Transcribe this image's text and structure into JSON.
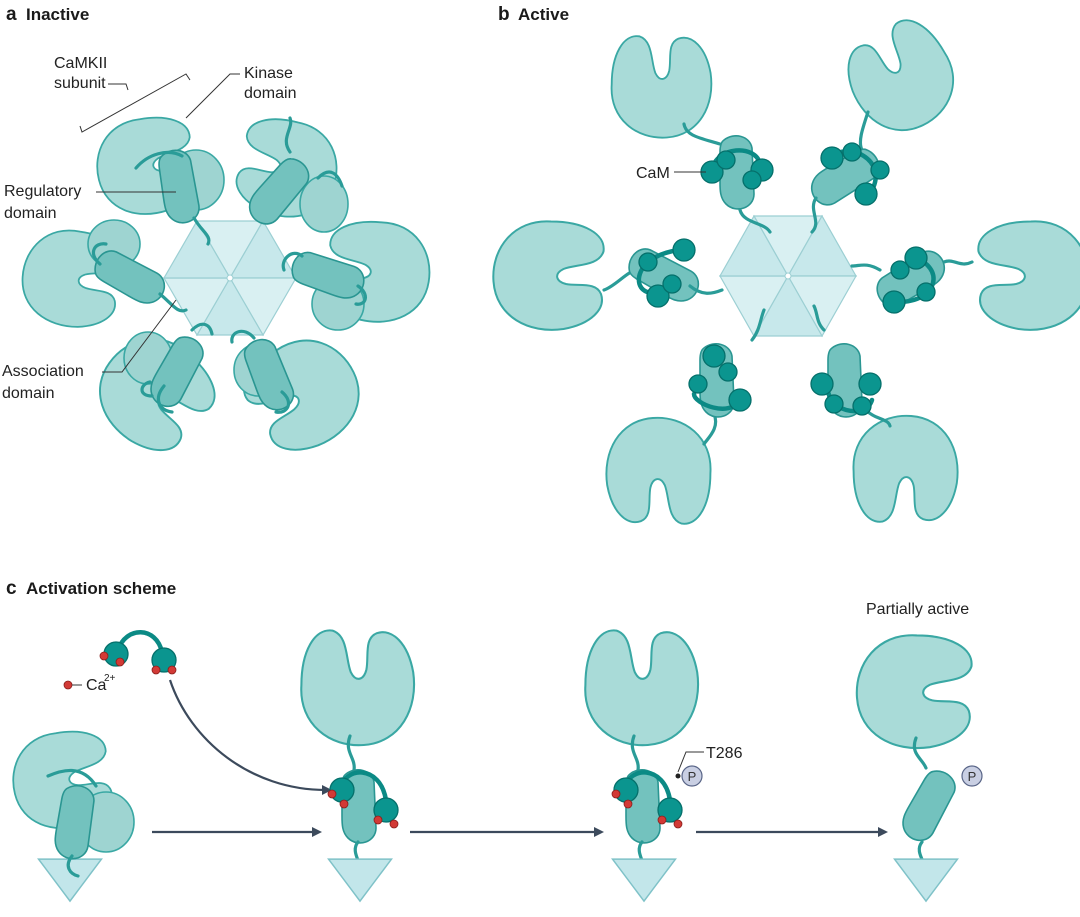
{
  "panels": {
    "a": {
      "letter": "a",
      "title": "Inactive"
    },
    "b": {
      "letter": "b",
      "title": "Active"
    },
    "c": {
      "letter": "c",
      "title": "Activation scheme"
    }
  },
  "labels": {
    "camkii_line1": "CaMKII",
    "camkii_line2": "subunit",
    "kinase_line1": "Kinase",
    "kinase_line2": "domain",
    "regulatory_line1": "Regulatory",
    "regulatory_line2": "domain",
    "association_line1": "Association",
    "association_line2": "domain",
    "cam": "CaM",
    "calcium": "Ca",
    "calcium_charge": "2+",
    "t286": "T286",
    "phospho": "P",
    "partially_active": "Partially active"
  },
  "colors": {
    "kinase_fill": "#a9dbd8",
    "regulatory_fill": "#73c2be",
    "calmodulin": "#0b958f",
    "calcium_ion": "#d23a36",
    "association_hub": "#d9f0f2",
    "arrow": "#3c4a5c",
    "phosphate": "#c9cfe3"
  }
}
